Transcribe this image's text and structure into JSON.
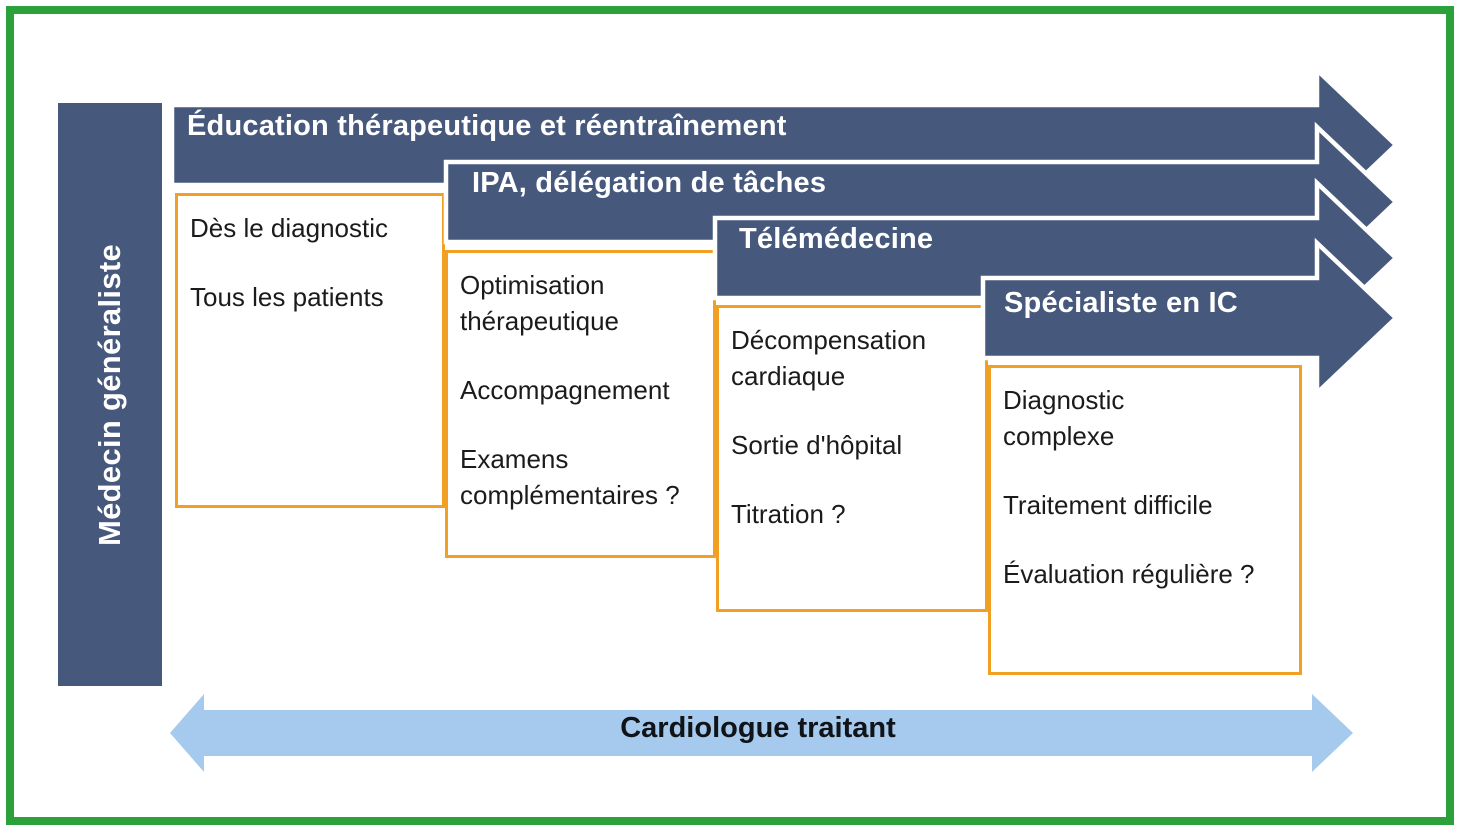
{
  "palette": {
    "dark_blue": "#46587C",
    "light_blue": "#A6CAED",
    "orange": "#F2A024",
    "frame_green": "#2BA13C",
    "text_dark": "#1B1B1B",
    "banner_text": "#FFFFFF"
  },
  "sidebar": {
    "label": "Médecin généraliste"
  },
  "banners": [
    {
      "title": "Éducation thérapeutique et réentraînement"
    },
    {
      "title": "IPA, délégation de tâches"
    },
    {
      "title": "Télémédecine"
    },
    {
      "title": "Spécialiste en IC"
    }
  ],
  "boxes": [
    {
      "items": [
        "Dès le diagnostic",
        "Tous les patients"
      ]
    },
    {
      "items": [
        "Optimisation\nthérapeutique",
        "Accompagnement",
        "Examens\ncomplémentaires ?"
      ]
    },
    {
      "items": [
        "Décompensation\ncardiaque",
        "Sortie d'hôpital",
        "Titration ?"
      ]
    },
    {
      "items": [
        "Diagnostic\ncomplexe",
        "Traitement difficile",
        "Évaluation régulière ?"
      ]
    }
  ],
  "bottom_arrow": {
    "label": "Cardiologue traitant"
  }
}
